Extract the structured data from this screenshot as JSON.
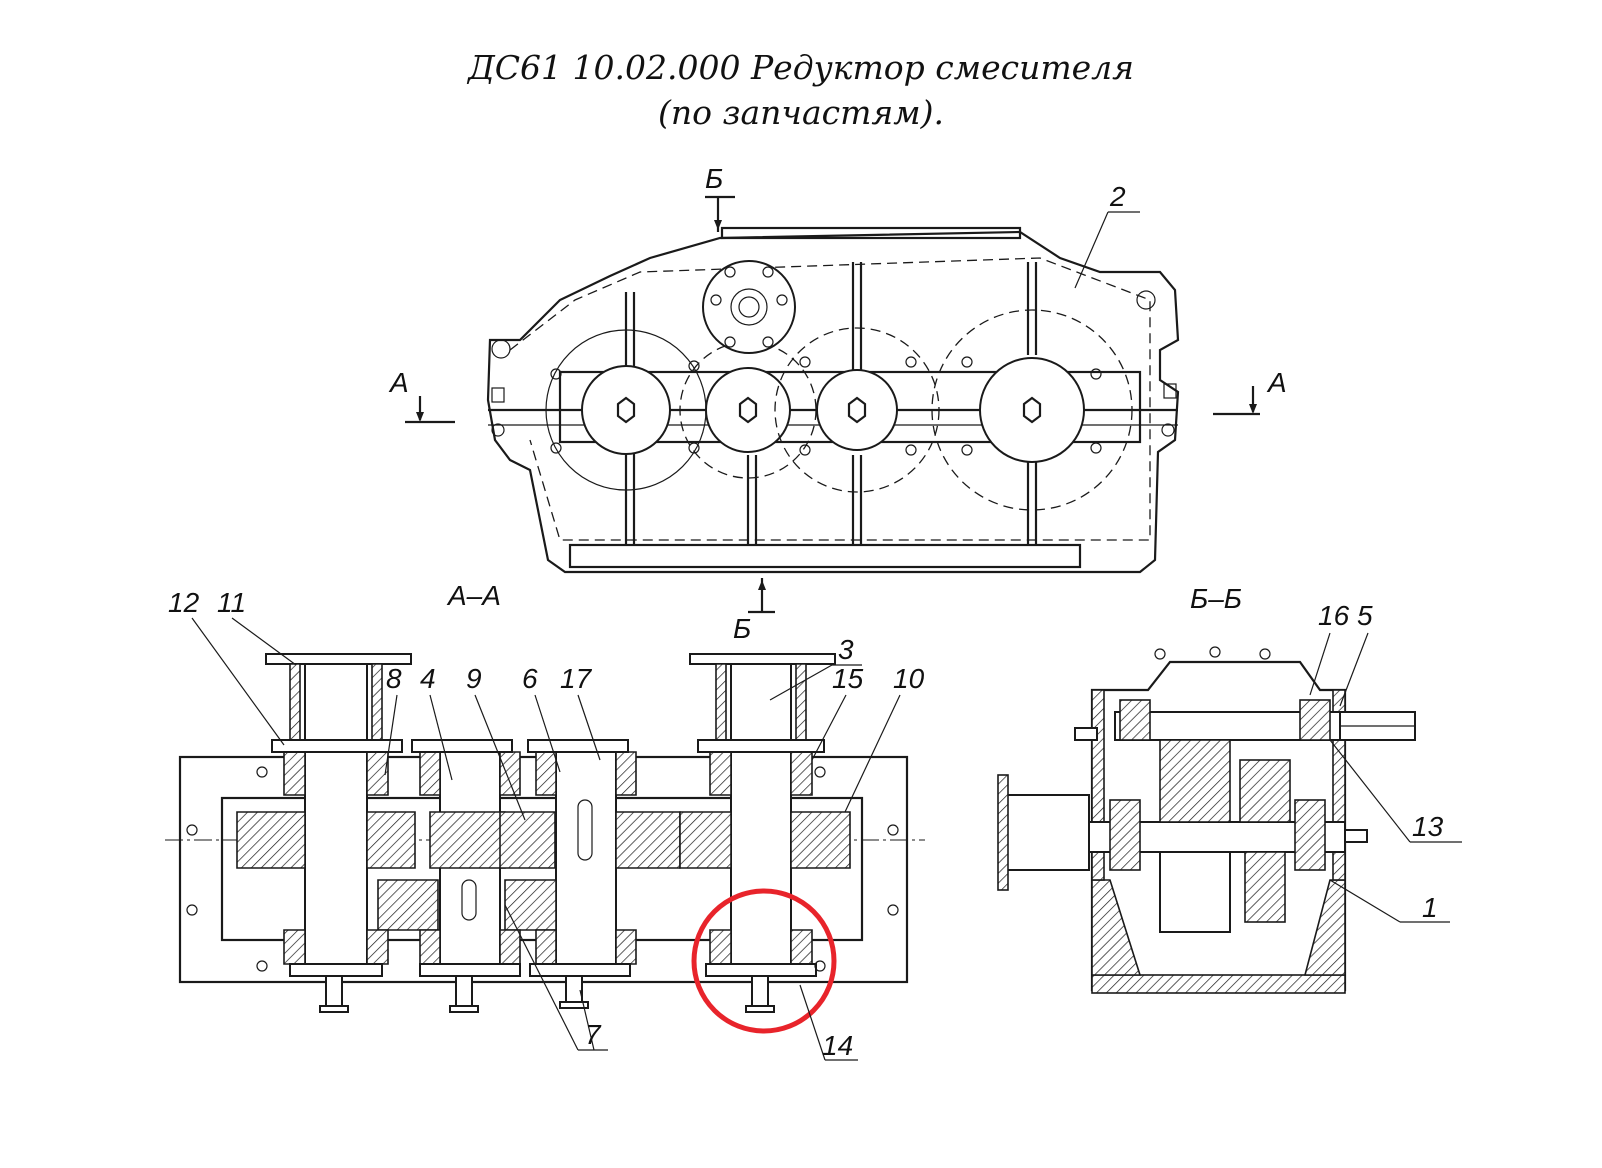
{
  "title": {
    "line1": "ДС61 10.02.000 Редуктор смесителя",
    "line2": "(по запчастям)."
  },
  "section_marks": {
    "A": "А",
    "B": "Б",
    "AA": "А–А",
    "BB": "Б–Б"
  },
  "callouts": [
    "1",
    "2",
    "3",
    "4",
    "5",
    "6",
    "7",
    "8",
    "9",
    "10",
    "11",
    "12",
    "13",
    "14",
    "15",
    "16",
    "17"
  ],
  "highlight": {
    "part": "14",
    "color": "#e8242b"
  }
}
